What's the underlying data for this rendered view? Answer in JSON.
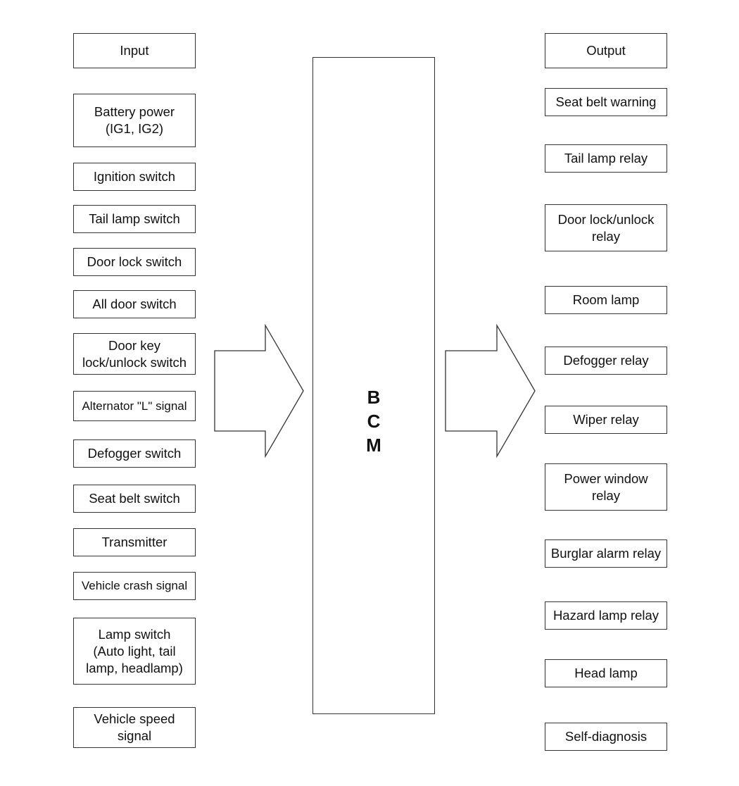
{
  "inputs": {
    "header": "Input",
    "items": [
      "Battery power\n(IG1, IG2)",
      "Ignition switch",
      "Tail lamp switch",
      "Door lock switch",
      "All door switch",
      "Door key\nlock/unlock switch",
      "Alternator \"L\" signal",
      "Defogger switch",
      "Seat belt switch",
      "Transmitter",
      "Vehicle crash signal",
      "Lamp switch\n(Auto light, tail\nlamp, headlamp)",
      "Vehicle speed\nsignal"
    ]
  },
  "bcm": {
    "label": "B\nC\nM"
  },
  "outputs": {
    "header": "Output",
    "items": [
      "Seat belt warning",
      "Tail lamp relay",
      "Door lock/unlock\nrelay",
      "Room lamp",
      "Defogger relay",
      "Wiper relay",
      "Power window\nrelay",
      "Burglar alarm relay",
      "Hazard lamp relay",
      "Head lamp",
      "Self-diagnosis"
    ]
  }
}
